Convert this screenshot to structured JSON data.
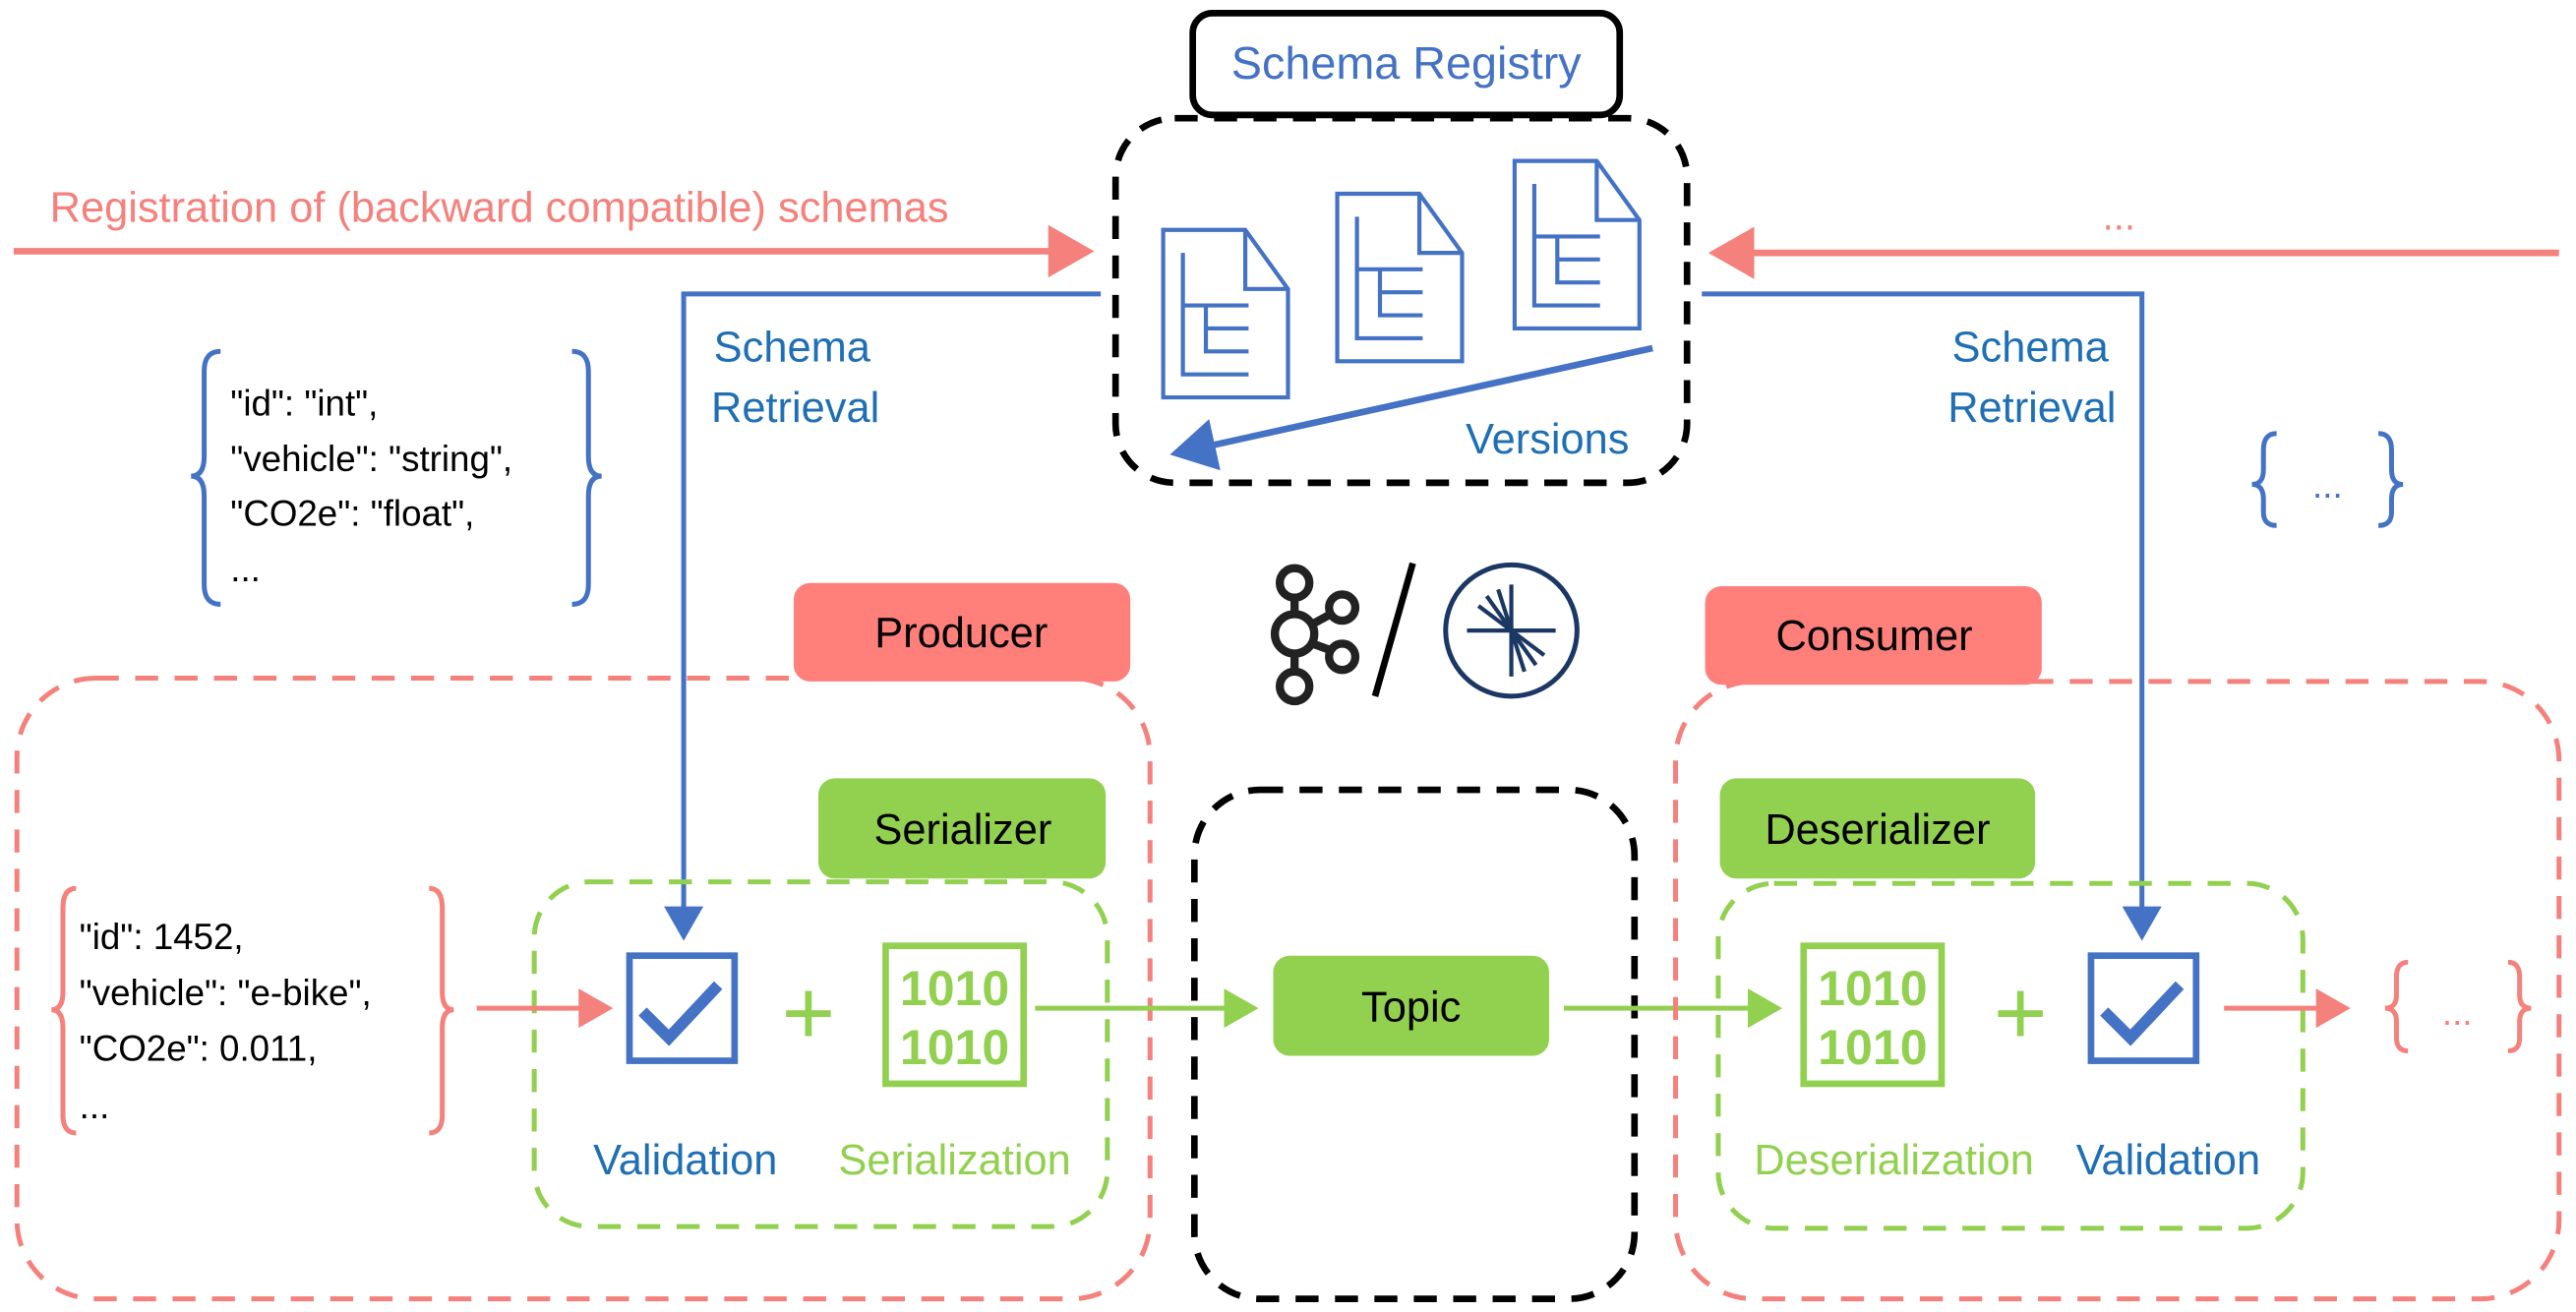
{
  "colors": {
    "pink": "#f4817c",
    "blue": "#4472c4",
    "text_blue": "#1f6fb5",
    "green": "#92d050",
    "black": "#000000",
    "logo_navy": "#1b3763"
  },
  "registry": {
    "title": "Schema Registry",
    "versions_label": "Versions",
    "document_icons": [
      "schema-document-icon",
      "schema-document-icon",
      "schema-document-icon"
    ]
  },
  "registration": {
    "left_label": "Registration of (backward compatible) schemas",
    "right_label": "..."
  },
  "retrieval": {
    "left_line1": "Schema",
    "left_line2": "Retrieval",
    "right_line1": "Schema",
    "right_line2": "Retrieval"
  },
  "schema_json": {
    "lines": [
      "\"id\": \"int\",",
      "\"vehicle\": \"string\",",
      "\"CO2e\": \"float\",",
      "..."
    ]
  },
  "right_placeholder": "...",
  "logos": {
    "left": "kafka-logo-icon",
    "separator": "/",
    "right": "confluent-logo-icon"
  },
  "producer": {
    "label": "Producer",
    "serializer_label": "Serializer",
    "record_lines": [
      "\"id\": 1452,",
      "\"vehicle\": \"e-bike\",",
      "\"CO2e\": 0.011,",
      "..."
    ],
    "validation_label": "Validation",
    "serialization_label": "Serialization",
    "plus": "+",
    "binary_lines": [
      "1010",
      "1010"
    ]
  },
  "topic": {
    "label": "Topic"
  },
  "consumer": {
    "label": "Consumer",
    "deserializer_label": "Deserializer",
    "deserialization_label": "Deserialization",
    "validation_label": "Validation",
    "plus": "+",
    "binary_lines": [
      "1010",
      "1010"
    ],
    "output_placeholder": "..."
  }
}
